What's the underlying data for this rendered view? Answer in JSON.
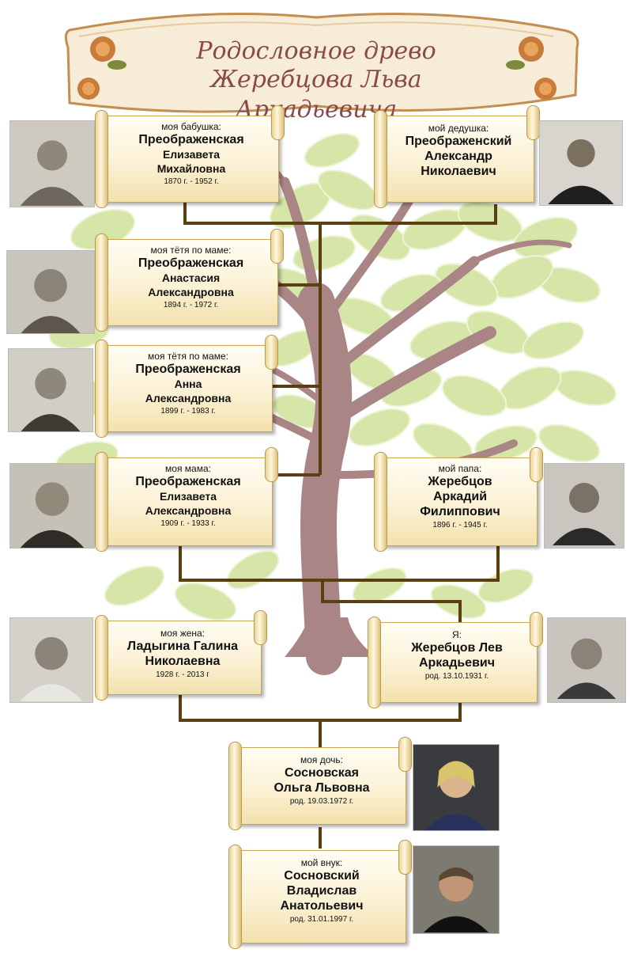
{
  "title": {
    "line1": "Родословное древо",
    "line2": "Жеребцова Льва Аркадьевича"
  },
  "people": {
    "grandmother": {
      "role": "моя бабушка:",
      "surname": "Преображенская",
      "given": "Елизавета",
      "patronymic": "Михайловна",
      "dates": "1870 г. - 1952 г."
    },
    "grandfather": {
      "role": "мой дедушка:",
      "surname": "Преображенский",
      "given": "Александр",
      "patronymic": "Николаевич"
    },
    "aunt1": {
      "role": "моя тётя по маме:",
      "surname": "Преображенская",
      "given": "Анастасия",
      "patronymic": "Александровна",
      "dates": "1894 г. - 1972 г."
    },
    "aunt2": {
      "role": "моя тётя по маме:",
      "surname": "Преображенская",
      "given": "Анна",
      "patronymic": "Александровна",
      "dates": "1899 г. - 1983 г."
    },
    "mother": {
      "role": "моя мама:",
      "surname": "Преображенская",
      "given": "Елизавета",
      "patronymic": "Александровна",
      "dates": "1909 г. - 1933 г."
    },
    "father": {
      "role": "мой папа:",
      "surname": "Жеребцов",
      "given": "Аркадий",
      "patronymic": "Филиппович",
      "dates": "1896 г. - 1945 г."
    },
    "wife": {
      "role": "моя жена:",
      "line1": "Ладыгина Галина",
      "line2": "Николаевна",
      "dates": "1928 г. - 2013 г"
    },
    "self": {
      "role": "Я:",
      "line1": "Жеребцов Лев",
      "line2": "Аркадьевич",
      "dates": "род. 13.10.1931 г."
    },
    "daughter": {
      "role": "моя дочь:",
      "line1": "Сосновская",
      "line2": "Ольга Львовна",
      "dates": "род. 19.03.1972 г."
    },
    "grandson": {
      "role": "мой внук:",
      "line1": "Сосновский",
      "line2": "Владислав",
      "line3": "Анатольевич",
      "dates": "род. 31.01.1997 г."
    }
  },
  "colors": {
    "leaf": "#d6e6a9",
    "leaf_outline": "#eef4d6",
    "trunk": "#a98685",
    "connector": "#5a3f10",
    "title_text": "#8a4a4a",
    "card_border": "#c9a455"
  }
}
